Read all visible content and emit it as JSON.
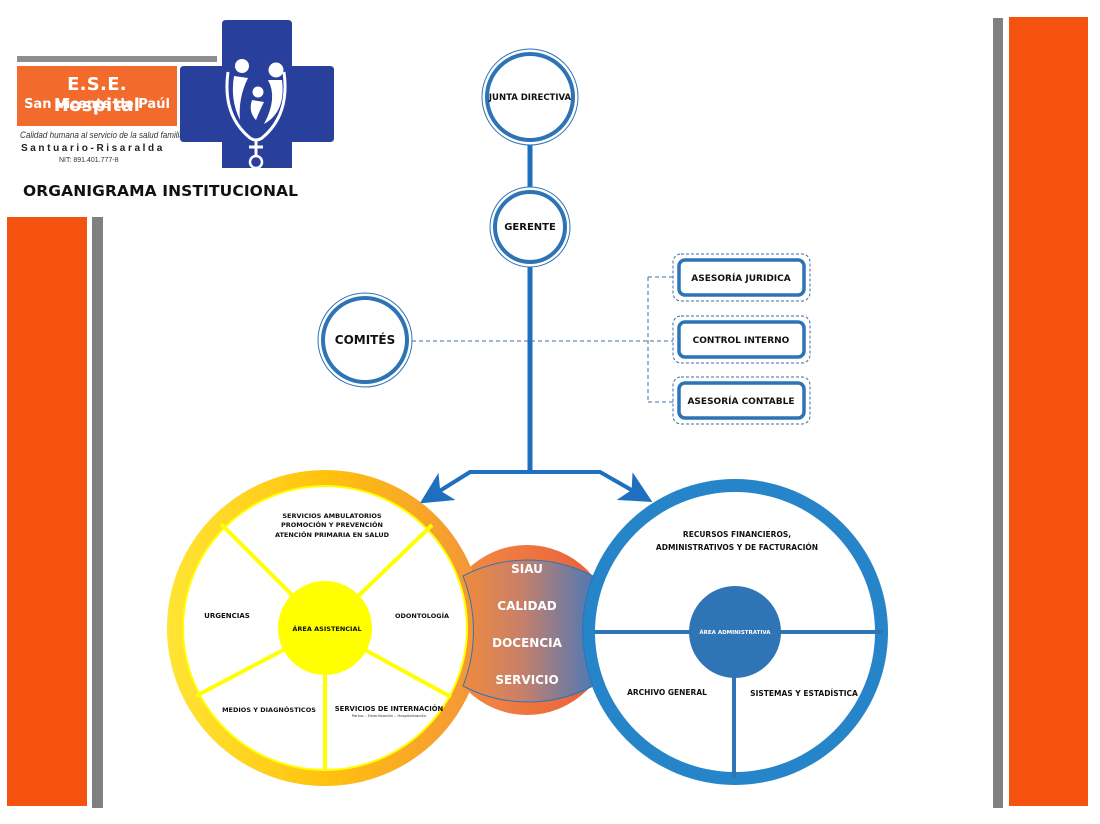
{
  "header": {
    "logo": {
      "name_line1": "E.S.E. Hospital",
      "name_line2": "San Vicente de Paúl",
      "tagline": "Calidad humana al servicio de la salud familiar",
      "location": "Santuario-Risaralda",
      "nit": "NIT: 891.401.777-8",
      "icon": "medical-cross-family-icon"
    },
    "title": "ORGANIGRAMA INSTITUCIONAL"
  },
  "colors": {
    "accent_orange": "#f5520f",
    "accent_gray": "#808080",
    "primary_blue": "#2e74b5",
    "node_blue": "#1f6fbf",
    "assistance_yellow": "#ffff00",
    "admin_blue": "#2f74b5",
    "ring_blue": "#2585c8",
    "logo_blue": "#283f9c",
    "logo_orange": "#f26a2c"
  },
  "hierarchy": {
    "top": {
      "label": "JUNTA DIRECTIVA"
    },
    "manager": {
      "label": "GERENTE"
    },
    "committees": {
      "label": "COMITÉS"
    },
    "advisory": [
      {
        "label": "ASESORÍA JURIDICA"
      },
      {
        "label": "CONTROL INTERNO"
      },
      {
        "label": "ASESORÍA CONTABLE"
      }
    ]
  },
  "assistance_area": {
    "center_label": "ÁREA ASISTENCIAL",
    "sectors": {
      "top": [
        "SERVICIOS AMBULATORIOS",
        "PROMOCIÓN Y PREVENCIÓN",
        "ATENCIÓN PRIMARIA EN SALUD"
      ],
      "left": "URGENCIAS",
      "right": "ODONTOLOGÍA",
      "bottom_left": "MEDIOS Y DIAGNÓSTICOS",
      "bottom_right": "SERVICIOS DE INTERNACIÓN",
      "bottom_right_sub": "Partos – Esterilización – Hospitalización"
    }
  },
  "shared_area": {
    "items": [
      "SIAU",
      "CALIDAD",
      "DOCENCIA",
      "SERVICIO"
    ]
  },
  "administrative_area": {
    "center_label": "ÁREA ADMINISTRATIVA",
    "sectors": {
      "top": [
        "RECURSOS FINANCIEROS,",
        "ADMINISTRATIVOS Y DE FACTURACIÓN"
      ],
      "bottom_left": "ARCHIVO GENERAL",
      "bottom_right": "SISTEMAS Y ESTADÍSTICA"
    }
  }
}
